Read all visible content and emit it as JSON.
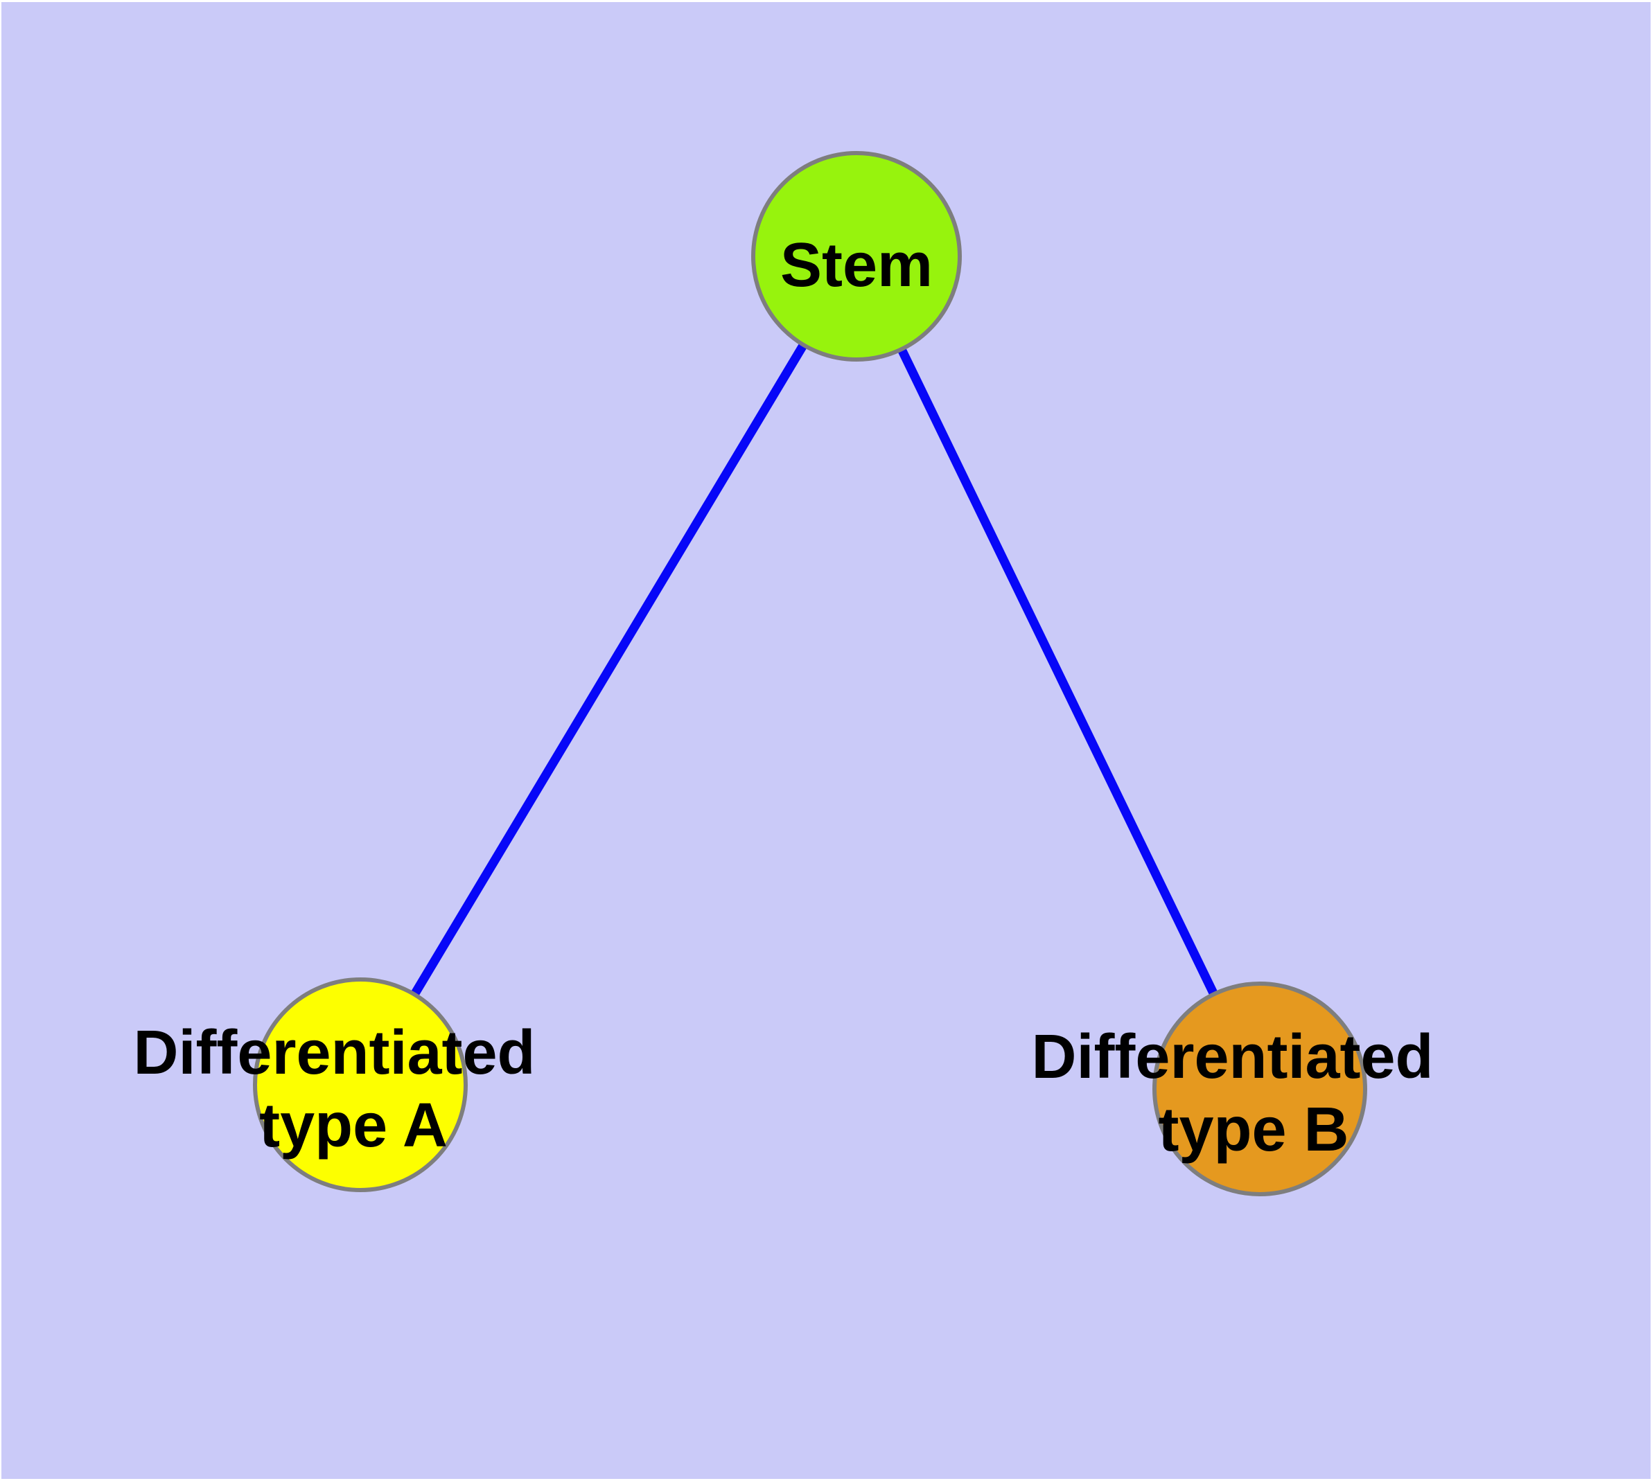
{
  "canvas": {
    "background_color": "#cacaf8",
    "margin_color": "#ffffff"
  },
  "diagram": {
    "title": "",
    "label_color": "#000000",
    "edge_color": "#0707f8",
    "node_border_color": "#7e7e7e",
    "nodes": [
      {
        "id": "stem",
        "label": "Stem",
        "line1": "Stem",
        "line2": "",
        "fill": "#97f30d",
        "border": "#7e7e7e"
      },
      {
        "id": "type-a",
        "label": "Differentiated type A",
        "line1": "Differentiated",
        "line2": "type A",
        "fill": "#fdff00",
        "border": "#7e7e7e"
      },
      {
        "id": "type-b",
        "label": "Differentiated type B",
        "line1": "Differentiated",
        "line2": "type B",
        "fill": "#e5991f",
        "border": "#7e7e7e"
      }
    ],
    "edges": [
      {
        "from": "stem",
        "to": "type-a"
      },
      {
        "from": "stem",
        "to": "type-b"
      }
    ]
  }
}
